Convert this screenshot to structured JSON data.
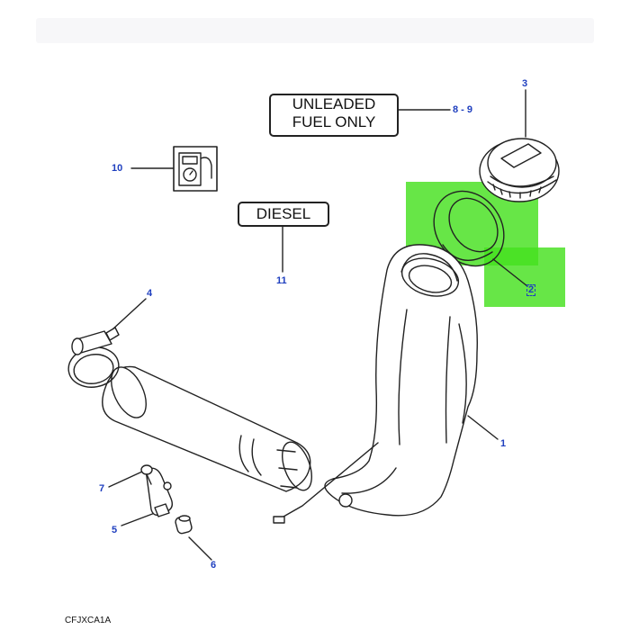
{
  "labels": {
    "unleaded_line1": "UNLEADED",
    "unleaded_line2": "FUEL ONLY",
    "diesel": "DIESEL",
    "diagram_code": "CFJXCA1A"
  },
  "callouts": {
    "c1": "1",
    "c2": "2",
    "c3": "3",
    "c4": "4",
    "c5": "5",
    "c6": "6",
    "c7": "7",
    "c89": "8 - 9",
    "c10": "10",
    "c11": "11"
  },
  "colors": {
    "callout": "#1f3fbf",
    "highlight": "#45e01e",
    "line": "#222222"
  }
}
